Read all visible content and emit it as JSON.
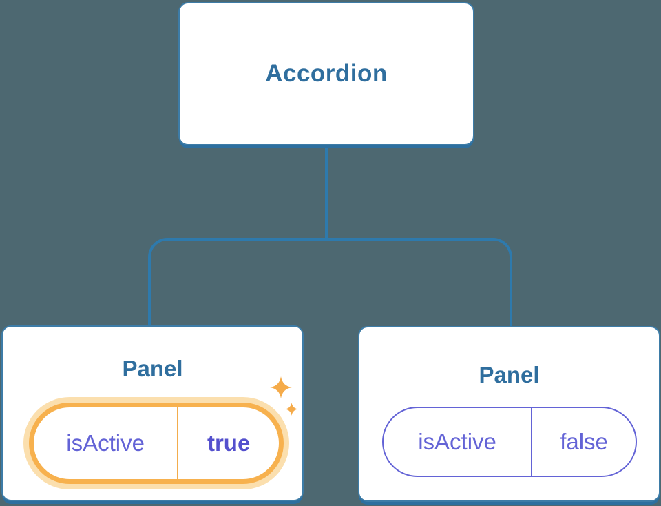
{
  "diagram": {
    "root": {
      "label": "Accordion"
    },
    "panels": [
      {
        "title": "Panel",
        "state_name": "isActive",
        "state_value": "true",
        "highlighted": true
      },
      {
        "title": "Panel",
        "state_name": "isActive",
        "state_value": "false",
        "highlighted": false
      }
    ]
  },
  "icons": {
    "sparkle_large": "sparkle-icon",
    "sparkle_small": "sparkle-icon"
  },
  "colors": {
    "background": "#4d6871",
    "node_border": "#3d7ca7",
    "node_shadow": "#2d6f9f",
    "node_text": "#2f6e9e",
    "connector": "#2e7aad",
    "state_text": "#6363d6",
    "state_value_active": "#5450cd",
    "active_border": "#f7b14e",
    "active_halo": "#fbdfae",
    "active_divider": "#f3ad4d",
    "sparkle": "#f5ab4a"
  }
}
